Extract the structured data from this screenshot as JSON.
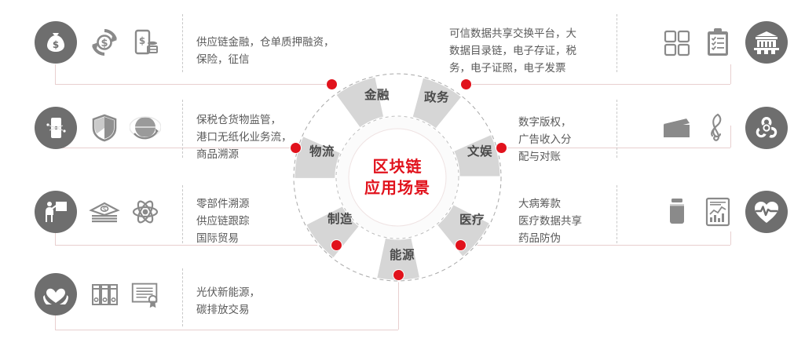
{
  "diagram": {
    "center": {
      "line1": "区块链",
      "line2": "应用场景",
      "color": "#e1121c"
    },
    "wheel_segments": [
      {
        "key": "finance",
        "label": "金融"
      },
      {
        "key": "government",
        "label": "政务"
      },
      {
        "key": "culture",
        "label": "文娱"
      },
      {
        "key": "medical",
        "label": "医疗"
      },
      {
        "key": "energy",
        "label": "能源"
      },
      {
        "key": "manufacture",
        "label": "制造"
      },
      {
        "key": "logistics",
        "label": "物流"
      }
    ],
    "left_groups": [
      {
        "key": "finance",
        "icons": [
          "money-bag-icon",
          "currency-exchange-icon",
          "mobile-payment-icon"
        ],
        "lines": [
          "供应链金融，仓单质押融资，",
          "保险，征信"
        ]
      },
      {
        "key": "logistics",
        "icons": [
          "mobile-network-icon",
          "shield-icon",
          "globe-icon"
        ],
        "lines": [
          "保税仓货物监管，",
          "港口无纸化业务流，",
          "商品溯源"
        ]
      },
      {
        "key": "manufacture",
        "icons": [
          "presenter-icon",
          "cash-stack-icon",
          "atom-icon"
        ],
        "lines": [
          "零部件溯源",
          "供应链跟踪",
          "国际贸易"
        ]
      },
      {
        "key": "energy",
        "icons": [
          "hands-heart-icon",
          "binders-icon",
          "certificate-icon"
        ],
        "lines": [
          "光伏新能源，",
          "碳排放交易"
        ]
      }
    ],
    "right_groups": [
      {
        "key": "government",
        "icons": [
          "grid-squares-icon",
          "clipboard-check-icon",
          "government-building-icon"
        ],
        "lines": [
          "可信数据共享交换平台，大",
          "数据目录链，电子存证，税",
          "务，电子证照，电子发票"
        ]
      },
      {
        "key": "culture",
        "icons": [
          "clapperboard-icon",
          "music-note-icon",
          "entertainment-symbol-icon"
        ],
        "lines": [
          "数字版权，",
          "广告收入分",
          "配与对账"
        ]
      },
      {
        "key": "medical",
        "icons": [
          "medicine-bottle-icon",
          "report-chart-icon",
          "heart-pulse-icon"
        ],
        "lines": [
          "大病筹款",
          "医疗数据共享",
          "药品防伪"
        ]
      }
    ],
    "colors": {
      "wheel_segment": "#d6d6d6",
      "wheel_hub": "#f7f7f7",
      "connector": "#e8cfcf",
      "dot": "#e1121c",
      "icon_circle": "#6e6e6e",
      "label": "#4a4a4a",
      "body_text": "#5a5a5a"
    }
  }
}
